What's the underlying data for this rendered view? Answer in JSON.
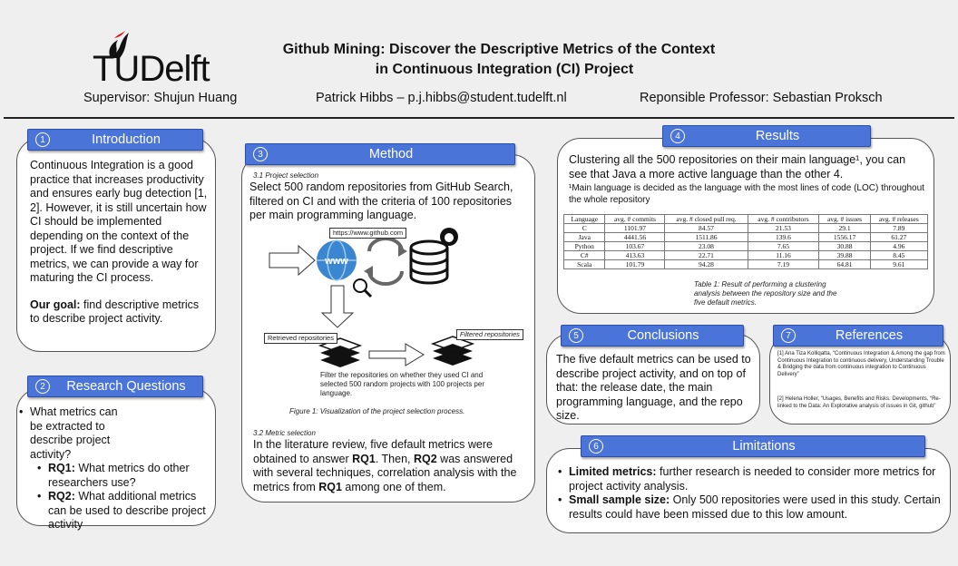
{
  "header": {
    "logo_text": "TUDelft",
    "title_line1": "Github Mining: Discover the Descriptive Metrics of the Context",
    "title_line2": "in Continuous Integration (CI) Project",
    "supervisor": "Supervisor: Shujun Huang",
    "author": "Patrick Hibbs – p.j.hibbs@student.tudelft.nl",
    "professor": "Reponsible Professor: Sebastian Proksch"
  },
  "introduction": {
    "num": "1",
    "title": "Introduction",
    "body": "Continuous Integration is a good practice that increases productivity and ensures early bug detection [1, 2]. However, it is still uncertain how CI should be implemented depending on the context of the project. If we find descriptive metrics, we can provide a way for maturing the CI process.",
    "goal_label": "Our goal:",
    "goal_text": " find descriptive metrics to describe project activity."
  },
  "research_questions": {
    "num": "2",
    "title": "Research Questions",
    "question": "What metrics can be extracted to describe project activity?",
    "rq1_label": "RQ1:",
    "rq1_text": " What metrics do other researchers use?",
    "rq2_label": "RQ2:",
    "rq2_text": " What additional metrics can be used to describe project activity"
  },
  "method": {
    "num": "3",
    "title": "Method",
    "sub1": "3.1 Project selection",
    "text1": "Select 500 random repositories from GitHub Search, filtered on CI and with the criteria of 100 repositories per main programming language.",
    "url_box": "https://www.github.com",
    "www_label": "www",
    "box_retrieved": "Retrieved repositories",
    "box_filtered": "Filtered repositories",
    "filter_text": "Filter the repositories on whether they used CI and selected 500 random projects with 100 projects per language.",
    "figure_caption": "Figure 1: Visualization of the project selection process.",
    "sub2": "3.2 Metric selection",
    "text2_a": "In the literature review, five default metrics were obtained to answer ",
    "text2_b": "RQ1",
    "text2_c": ". Then, ",
    "text2_d": "RQ2",
    "text2_e": " was answered with several techniques, correlation analysis with the metrics from ",
    "text2_f": "RQ1",
    "text2_g": " among one of them."
  },
  "results": {
    "num": "4",
    "title": "Results",
    "text": "Clustering all the 500 repositories on their main language¹, you can see that Java a more active language than the other 4.",
    "footnote": "¹Main language is decided as the language with the most lines of code (LOC) throughout the whole repository",
    "table_caption": "Table 1: Result of performing a clustering analysis between the repository size and the five default metrics.",
    "table": {
      "headers": [
        "Language",
        "avg. # commits",
        "avg. # closed pull req.",
        "avg. # contributors",
        "avg. # issues",
        "avg. # releases"
      ],
      "rows": [
        [
          "C",
          "1101.97",
          "84.57",
          "21.53",
          "29.1",
          "7.89"
        ],
        [
          "Java",
          "4441.56",
          "1511.86",
          "139.6",
          "1556.17",
          "61.27"
        ],
        [
          "Python",
          "103.67",
          "23.08",
          "7.65",
          "30.88",
          "4.96"
        ],
        [
          "C#",
          "413.63",
          "22.71",
          "11.16",
          "39.88",
          "8.45"
        ],
        [
          "Scala",
          "101.79",
          "94.28",
          "7.19",
          "64.81",
          "9.61"
        ]
      ]
    }
  },
  "conclusions": {
    "num": "5",
    "title": "Conclusions",
    "text": "The five default metrics can be used to describe project activity, and on top of that: the release date, the main programming language, and the repo size."
  },
  "references": {
    "num": "7",
    "title": "References",
    "ref1": "[1] Ana Tiza Kolliqatta, “Continuous Integration & Among the gap from Continuous Integration to continuous delivery, Understanding Trouble & Bridging the data from continuous integration to Continuous Delivery”",
    "ref2": "[2] Helena Holler, “Usages, Benefits and Risks. Developments, “Re-linked to the Data: An Explorative analysis of issues in Git, github”"
  },
  "limitations": {
    "num": "6",
    "title": "Limitations",
    "l1_label": "Limited metrics:",
    "l1_text": " further research is needed to consider more metrics for project activity analysis.",
    "l2_label": "Small sample size:",
    "l2_text": " Only 500 repositories were used in this study. Certain results could have been missed due to this low amount."
  }
}
